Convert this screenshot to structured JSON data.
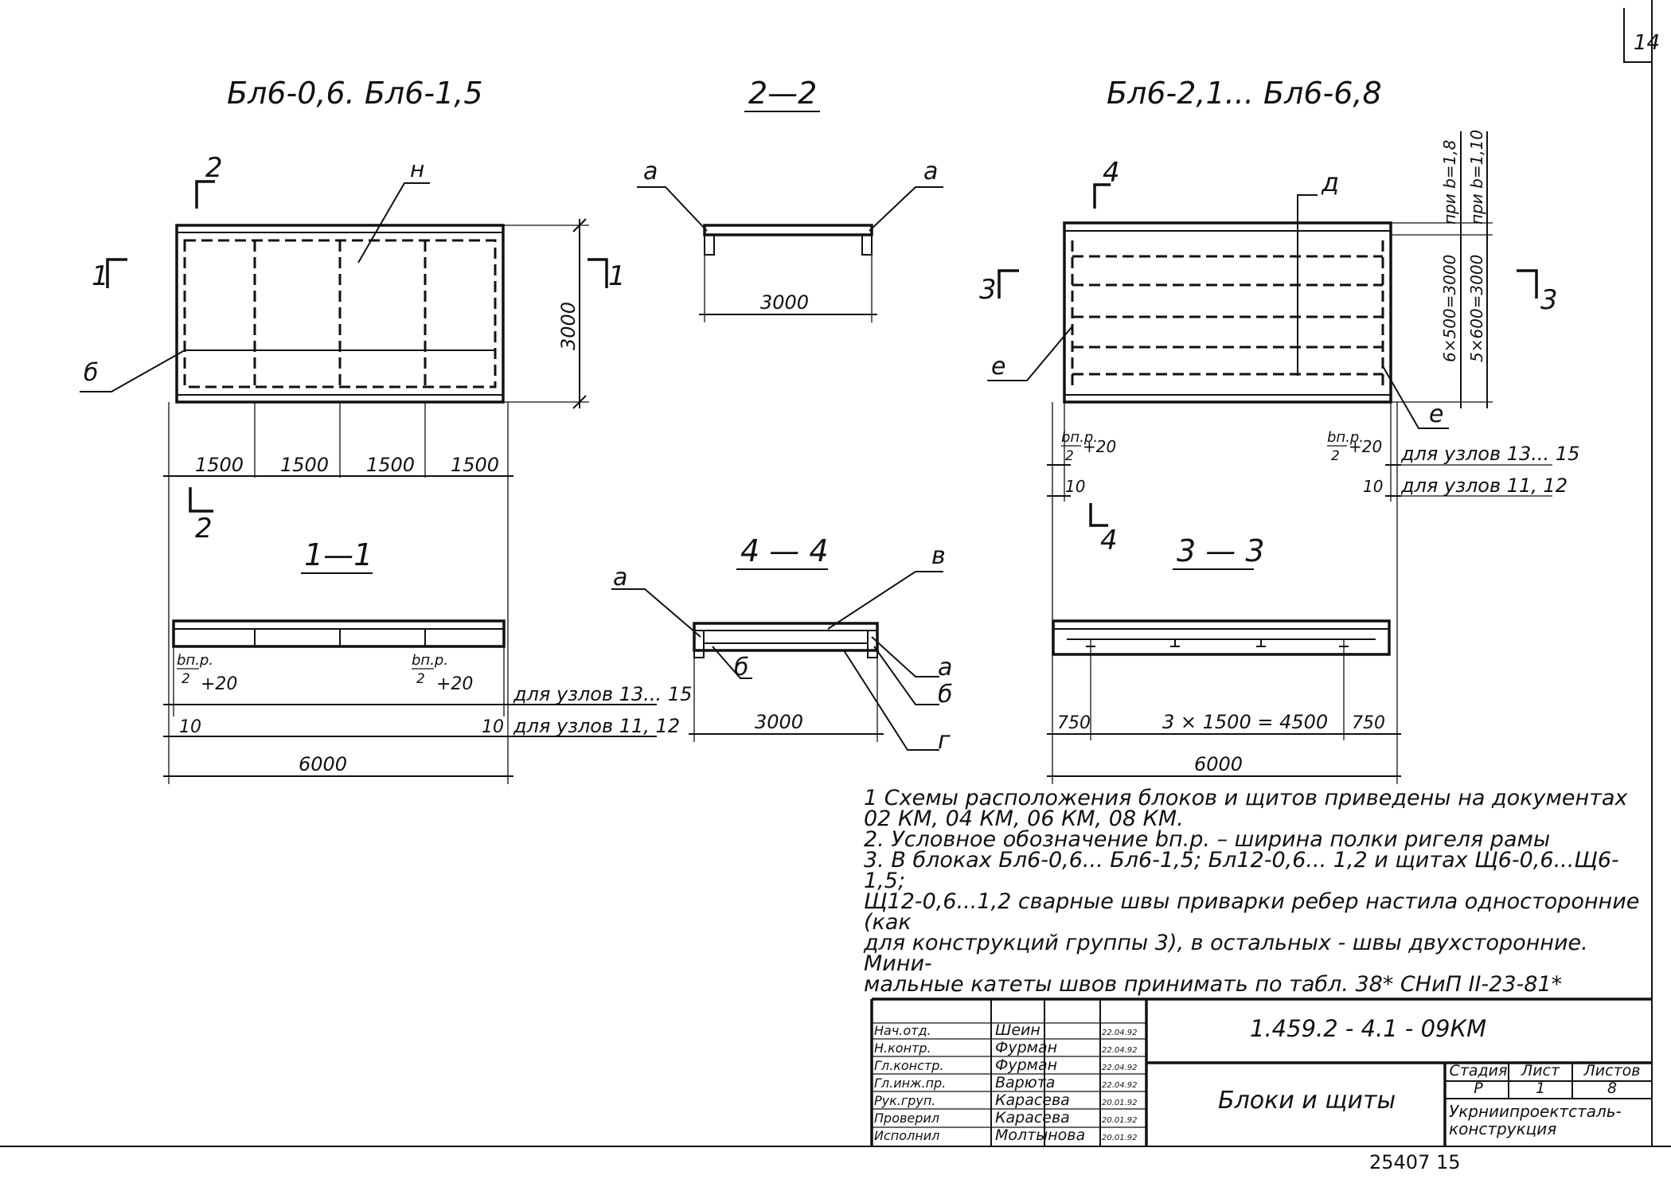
{
  "sheet_corner": "14",
  "titles": {
    "left": "Бл6-0,6. Бл6-1,5",
    "sec22": "2—2",
    "right": "Бл6-2,1... Бл6-6,8",
    "sec11": "1—1",
    "sec44": "4 — 4",
    "sec33": "3 — 3"
  },
  "marks": {
    "c2": "2",
    "c1": "1",
    "c4": "4",
    "c3": "3",
    "n": "н",
    "b": "б",
    "a": "а",
    "v": "в",
    "g": "г",
    "d": "д",
    "e": "е"
  },
  "dims": {
    "d3000": "3000",
    "d1500": "1500",
    "d6000": "6000",
    "d10": "10",
    "d750": "750",
    "d4500": "3 × 1500 = 4500",
    "flange": "bп.р.",
    "flange_den": "2",
    "plus20": "+20",
    "nodes_13_15": "для узлов 13... 15",
    "nodes_11_12": "для узлов 11, 12",
    "spacing_a": "6×500=3000",
    "spacing_b": "5×600=3000",
    "at_b18": "при b=1,8",
    "at_b10": "при b=1,10"
  },
  "notes": [
    "1  Схемы расположения блоков и щитов приведены на документах",
    "    02 КМ, 04 КМ, 06 КМ, 08 КМ.",
    "2. Условное обозначение bп.р. – ширина полки ригеля рамы",
    "3. В блоках Бл6-0,6... Бл6-1,5; Бл12-0,6... 1,2 и щитах Щ6-0,6...Щ6-1,5;",
    "    Щ12-0,6...1,2 сварные швы приварки ребер настила односторонние (как",
    "    для конструкций группы 3), в остальных - швы двухсторонние. Мини-",
    "    мальные катеты швов принимать по табл. 38* СНиП II-23-81*"
  ],
  "titleblock": {
    "code": "1.459.2 - 4.1 - 09КМ",
    "name": "Блоки и щиты",
    "hdr_stage": "Стадия",
    "hdr_sheet": "Лист",
    "hdr_sheets": "Листов",
    "stage": "Р",
    "sheet": "1",
    "sheets": "8",
    "org": "Укрниипроектсталь-конструкция",
    "rows": [
      {
        "role": "Нач.отд.",
        "name": "Шеин",
        "date": "22.04.92"
      },
      {
        "role": "Н.контр.",
        "name": "Фурман",
        "date": "22.04.92"
      },
      {
        "role": "Гл.констр.",
        "name": "Фурман",
        "date": "22.04.92"
      },
      {
        "role": "Гл.инж.пр.",
        "name": "Варюта",
        "date": "22.04.92"
      },
      {
        "role": "Рук.груп.",
        "name": "Карасева",
        "date": "20.01.92"
      },
      {
        "role": "Проверил",
        "name": "Карасева",
        "date": "20.01.92"
      },
      {
        "role": "Исполнил",
        "name": "Молтынова",
        "date": "20.01.92"
      }
    ]
  },
  "footer_num": "25407  15"
}
